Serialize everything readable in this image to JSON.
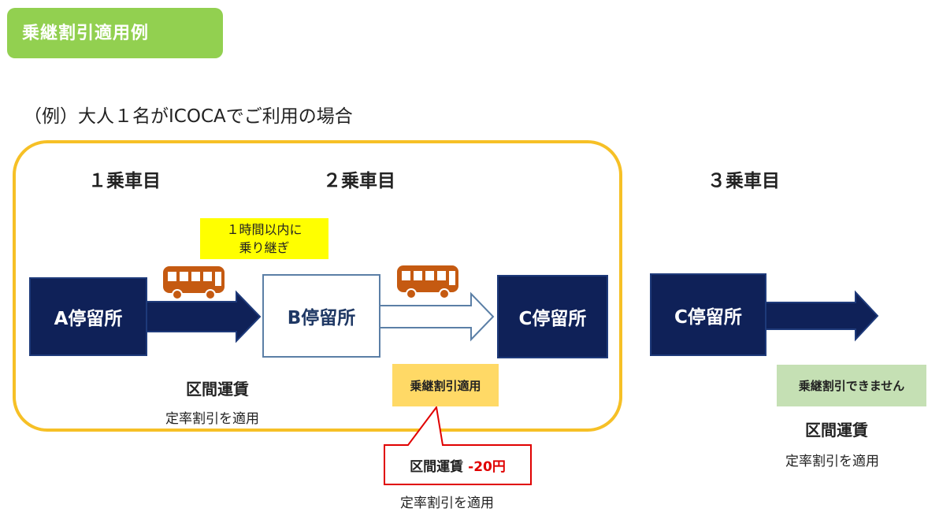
{
  "header": {
    "title": "乗継割引適用例"
  },
  "example": {
    "text": "（例）大人１名がICOCAでご利用の場合"
  },
  "rides": [
    {
      "label": "１乗車目"
    },
    {
      "label": "２乗車目"
    },
    {
      "label": "３乗車目"
    }
  ],
  "transfer_note": {
    "line1": "１時間以内に",
    "line2": "乗り継ぎ"
  },
  "stops": {
    "a": "A停留所",
    "b": "B停留所",
    "c_first": "C停留所",
    "c_second": "C停留所"
  },
  "fare_first": {
    "title": "区間運賃",
    "sub": "定率割引を適用"
  },
  "transfer_badge": "乗継割引適用",
  "fare_second": {
    "title": "区間運賃",
    "discount": "-20円",
    "sub": "定率割引を適用"
  },
  "no_transfer_badge": "乗継割引できません",
  "fare_third": {
    "title": "区間運賃",
    "sub": "定率割引を適用"
  },
  "icons": {
    "bus": "bus-icon",
    "arrow": "right-arrow-icon"
  },
  "colors": {
    "header_green": "#92d050",
    "frame_yellow": "#f6c026",
    "stop_navy": "#0f2158",
    "bus_orange": "#c55a11",
    "highlight_yellow": "#ffff00",
    "badge_orange": "#ffd966",
    "badge_green": "#c5e0b4",
    "callout_red": "#e00000"
  }
}
